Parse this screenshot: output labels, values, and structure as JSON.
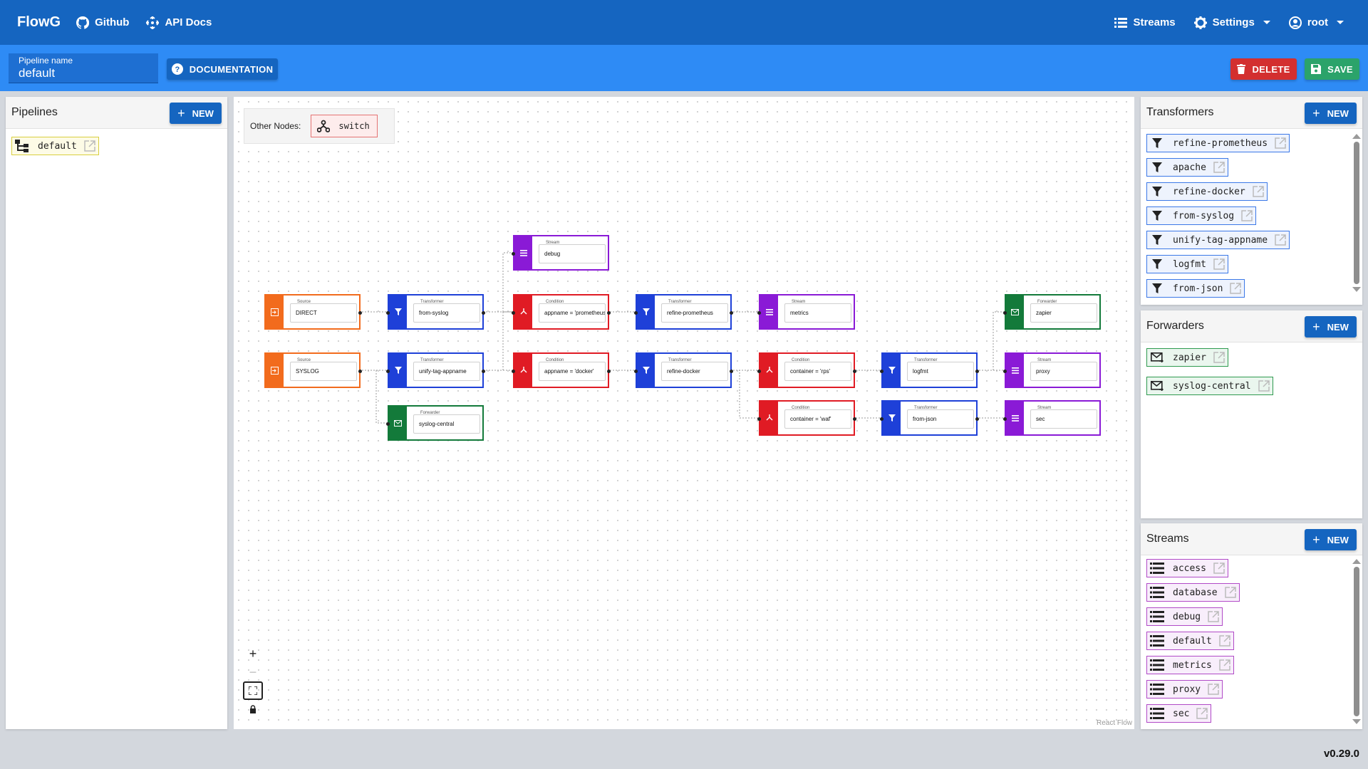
{
  "app": {
    "title": "FlowG",
    "version": "v0.29.0"
  },
  "nav": {
    "github": "Github",
    "api_docs": "API Docs",
    "streams": "Streams",
    "settings": "Settings",
    "user": "root"
  },
  "toolbar": {
    "pipeline_name_label": "Pipeline name",
    "pipeline_name_value": "default",
    "documentation": "DOCUMENTATION",
    "delete": "DELETE",
    "save": "SAVE"
  },
  "pipelines": {
    "title": "Pipelines",
    "new": "NEW",
    "items": [
      "default"
    ]
  },
  "transformers": {
    "title": "Transformers",
    "new": "NEW",
    "items": [
      "refine-prometheus",
      "apache",
      "refine-docker",
      "from-syslog",
      "unify-tag-appname",
      "logfmt",
      "from-json"
    ]
  },
  "forwarders": {
    "title": "Forwarders",
    "new": "NEW",
    "items": [
      "zapier",
      "syslog-central"
    ]
  },
  "streams": {
    "title": "Streams",
    "new": "NEW",
    "items": [
      "access",
      "database",
      "debug",
      "default",
      "metrics",
      "proxy",
      "sec"
    ]
  },
  "canvas": {
    "other_nodes_label": "Other Nodes:",
    "switch_label": "switch",
    "attribution": "React Flow",
    "nodes": [
      {
        "type": "Source",
        "label": "DIRECT",
        "kind": "source"
      },
      {
        "type": "Source",
        "label": "SYSLOG",
        "kind": "source"
      },
      {
        "type": "Transformer",
        "label": "from-syslog",
        "kind": "transformer"
      },
      {
        "type": "Transformer",
        "label": "unify-tag-appname",
        "kind": "transformer"
      },
      {
        "type": "Forwarder",
        "label": "syslog-central",
        "kind": "forwarder"
      },
      {
        "type": "Stream",
        "label": "debug",
        "kind": "stream"
      },
      {
        "type": "Condition",
        "label": "appname = 'prometheus'",
        "kind": "condition"
      },
      {
        "type": "Condition",
        "label": "appname = 'docker'",
        "kind": "condition"
      },
      {
        "type": "Transformer",
        "label": "refine-prometheus",
        "kind": "transformer"
      },
      {
        "type": "Transformer",
        "label": "refine-docker",
        "kind": "transformer"
      },
      {
        "type": "Stream",
        "label": "metrics",
        "kind": "stream"
      },
      {
        "type": "Condition",
        "label": "container = 'rps'",
        "kind": "condition"
      },
      {
        "type": "Condition",
        "label": "container = 'waf'",
        "kind": "condition"
      },
      {
        "type": "Transformer",
        "label": "logfmt",
        "kind": "transformer"
      },
      {
        "type": "Transformer",
        "label": "from-json",
        "kind": "transformer"
      },
      {
        "type": "Forwarder",
        "label": "zapier",
        "kind": "forwarder"
      },
      {
        "type": "Stream",
        "label": "proxy",
        "kind": "stream"
      },
      {
        "type": "Stream",
        "label": "sec",
        "kind": "stream"
      }
    ]
  },
  "colors": {
    "appbar": "#1565c0",
    "toolbar": "#2e8bf5",
    "source": "#f26b1d",
    "transformer": "#1e40d8",
    "condition": "#e01b24",
    "stream": "#8a1ad6",
    "forwarder": "#137a3a"
  }
}
